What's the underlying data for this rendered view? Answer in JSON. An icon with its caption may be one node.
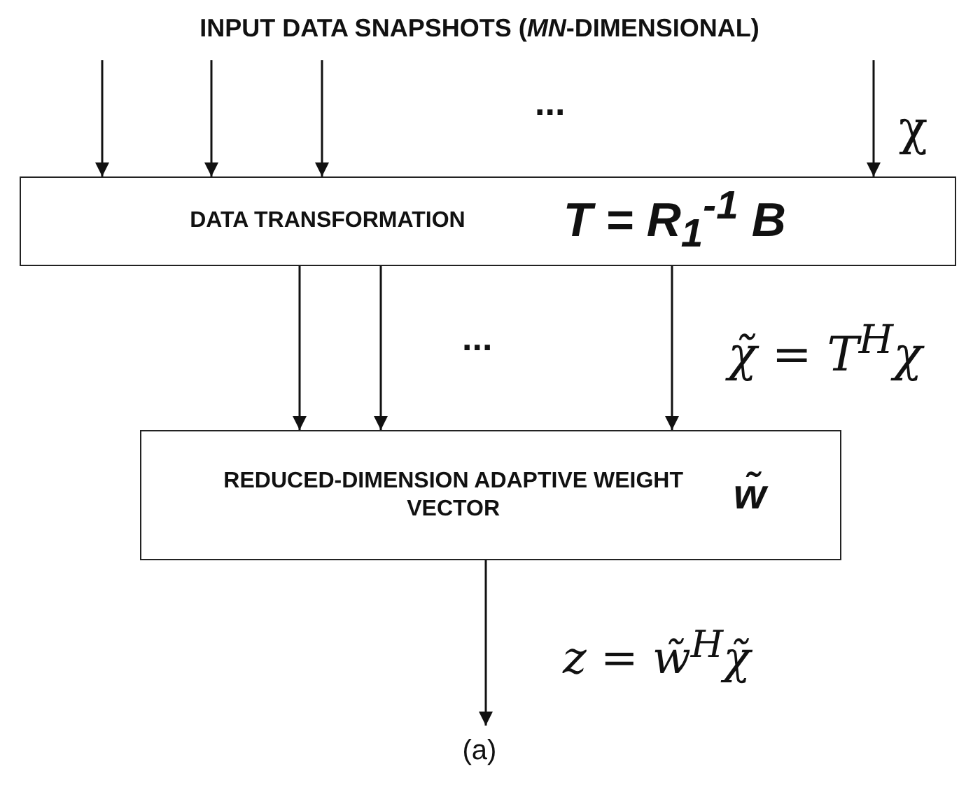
{
  "diagram": {
    "title": "INPUT DATA SNAPSHOTS (*MN*-DIMENSIONAL)",
    "caption": "(a)",
    "nodes": [
      {
        "text": [
          "DATA TRANSFORMATION",
          "T = R$_{1}$$^{-1}$ B"
        ]
      },
      {
        "text": [
          "REDUCED-DIMENSION ADAPTIVE WEIGHT VECTOR",
          "w̃"
        ]
      }
    ],
    "edges": [
      {
        "from": null,
        "to": 0,
        "arrow": "to"
      },
      {
        "from": null,
        "to": 0,
        "arrow": "to"
      },
      {
        "from": null,
        "to": 0,
        "arrow": "to"
      },
      {
        "from": null,
        "to": 0,
        "arrow": "to"
      },
      {
        "from": 0,
        "to": 1,
        "arrow": "to"
      },
      {
        "from": 0,
        "to": 1,
        "arrow": "to"
      },
      {
        "from": 0,
        "to": 1,
        "arrow": "to"
      },
      {
        "from": 1,
        "to": null,
        "arrow": "to"
      }
    ],
    "labels": [
      "...",
      "χ",
      "...",
      "χ̃ = T$^{H}$χ",
      "z = w̃$^{H}$χ̃"
    ]
  }
}
